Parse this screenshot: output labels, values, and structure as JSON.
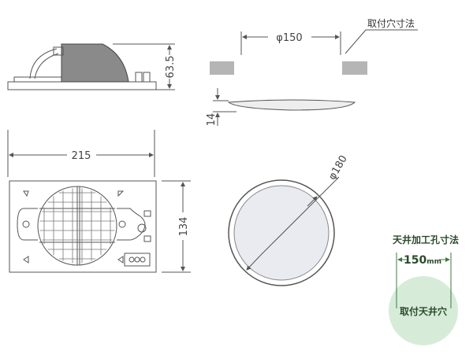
{
  "side_view": {
    "height_label": "63.5"
  },
  "front_view": {
    "width_label": "215",
    "height_label": "134"
  },
  "mount_view": {
    "hole_pitch_label": "φ150",
    "hole_callout": "取付穴寸法",
    "thickness_label": "14"
  },
  "grille_view": {
    "diameter_label": "φ180"
  },
  "ceiling_cutout": {
    "title": "天井加工孔寸法",
    "size_value": "150",
    "size_unit": "mm",
    "hole_label": "取付天井穴"
  },
  "colors": {
    "speaker_gray": "#8a8a8a",
    "hole_gray": "#b5b5b5",
    "grille_fill": "#e9ebf1",
    "cutout_fill": "#d6ecd9",
    "cutout_line": "#3f7a3f"
  }
}
